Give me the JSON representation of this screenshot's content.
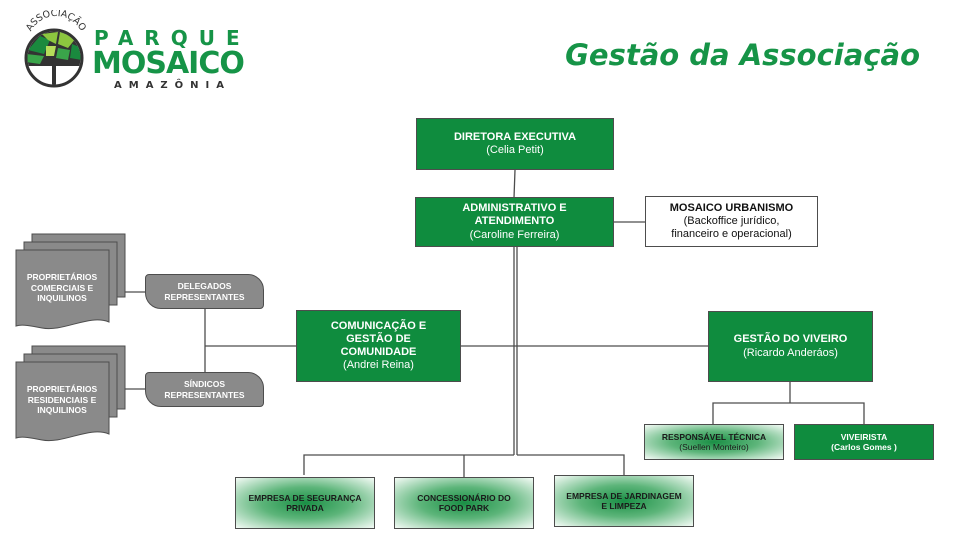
{
  "logo": {
    "arc_text": "ASSOCIAÇÃO",
    "line1": "PARQUE",
    "line2": "MOSAICO",
    "line3": "AMAZÔNIA",
    "icon": "mosaic-tree-icon"
  },
  "header": {
    "title": "Gestão da Associação"
  },
  "colors": {
    "brand_green": "#0f8c3e",
    "title_green": "#169447",
    "grey": "#8a8a8a",
    "line": "#4d4d4d"
  },
  "org": {
    "diretora": {
      "title": "DIRETORA EXECUTIVA",
      "person": "(Celia Petit)"
    },
    "administrativo": {
      "title_line1": "ADMINISTRATIVO E",
      "title_line2": "ATENDIMENTO",
      "person": "(Caroline Ferreira)"
    },
    "mosaico_urbanismo": {
      "title": "MOSAICO URBANISMO",
      "desc_line1": "(Backoffice jurídico,",
      "desc_line2": "financeiro e operacional)"
    },
    "comunicacao": {
      "title_line1": "COMUNICAÇÃO  E",
      "title_line2": "GESTÃO DE",
      "title_line3": "COMUNIDADE",
      "person": "(Andrei Reina)"
    },
    "viveiro": {
      "title": "GESTÃO DO VIVEIRO",
      "person": "(Ricardo Anderáos)"
    },
    "responsavel_tecnica": {
      "title": "RESPONSÁVEL TÉCNICA",
      "person": "(Suellen Monteiro)"
    },
    "viveirista": {
      "title": "VIVEIRISTA",
      "person": "(Carlos  Gomes )"
    },
    "seguranca": {
      "line1": "EMPRESA DE SEGURANÇA",
      "line2": "PRIVADA"
    },
    "food_park": {
      "line1": "CONCESSIONÁRIO DO",
      "line2": "FOOD PARK"
    },
    "jardinagem": {
      "line1": "EMPRESA DE JARDINAGEM",
      "line2": "E LIMPEZA"
    },
    "delegados": {
      "line1": "DELEGADOS",
      "line2": "REPRESENTANTES"
    },
    "sindicos": {
      "line1": "SÍNDICOS",
      "line2": "REPRESENTANTES"
    },
    "prop_comerciais": {
      "line1": "PROPRIETÁRIOS",
      "line2": "COMERCIAIS E",
      "line3": "INQUILINOS"
    },
    "prop_residenciais": {
      "line1": "PROPRIETÁRIOS",
      "line2": "RESIDENCIAIS E",
      "line3": "INQUILINOS"
    }
  }
}
